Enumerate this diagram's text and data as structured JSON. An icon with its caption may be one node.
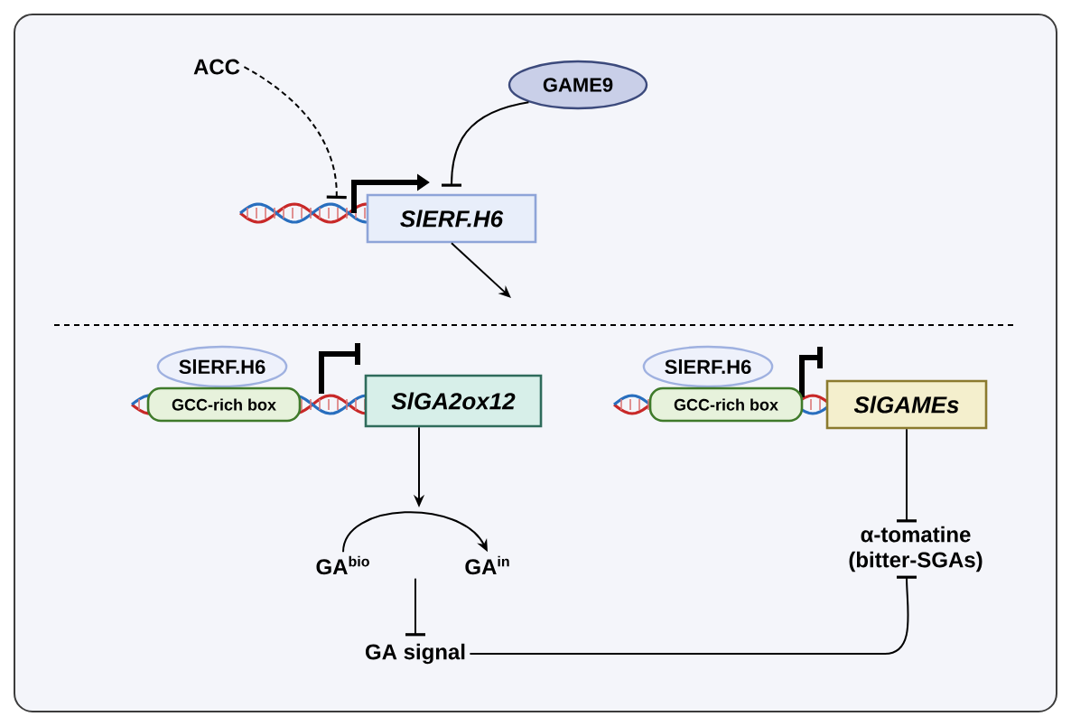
{
  "diagram": {
    "nodes": [
      {
        "text": [
          "ACC"
        ]
      },
      {
        "text": [
          "GAME9"
        ]
      },
      {
        "text": [
          "SlERF.H6"
        ]
      },
      {
        "text": [
          "SlERF.H6"
        ]
      },
      {
        "text": [
          "GCC-rich box"
        ]
      },
      {
        "text": [
          "SlGA2ox12"
        ]
      },
      {
        "text": [
          "SlERF.H6"
        ]
      },
      {
        "text": [
          "GCC-rich box"
        ]
      },
      {
        "text": [
          "SlGAMEs"
        ]
      },
      {
        "text": [
          "GA$^{bio}$"
        ]
      },
      {
        "text": [
          "GA$^{in}$"
        ]
      },
      {
        "text": [
          "GA signal"
        ]
      },
      {
        "text": [
          "α-tomatine (bitter-SGAs)"
        ]
      }
    ],
    "edges": [
      {
        "from": 0,
        "to": 2,
        "arrow": "other",
        "style": "dashed"
      },
      {
        "from": 1,
        "to": 2,
        "arrow": "other"
      },
      {
        "from": 2,
        "to": null,
        "arrow": "to"
      },
      {
        "from": 5,
        "to": null,
        "arrow": "to"
      },
      {
        "from": 9,
        "to": 10,
        "arrow": "to"
      },
      {
        "from": 9,
        "to": 11,
        "arrow": "other"
      },
      {
        "from": 8,
        "to": 12,
        "arrow": "other"
      },
      {
        "from": 11,
        "to": 12,
        "arrow": "other"
      }
    ]
  }
}
